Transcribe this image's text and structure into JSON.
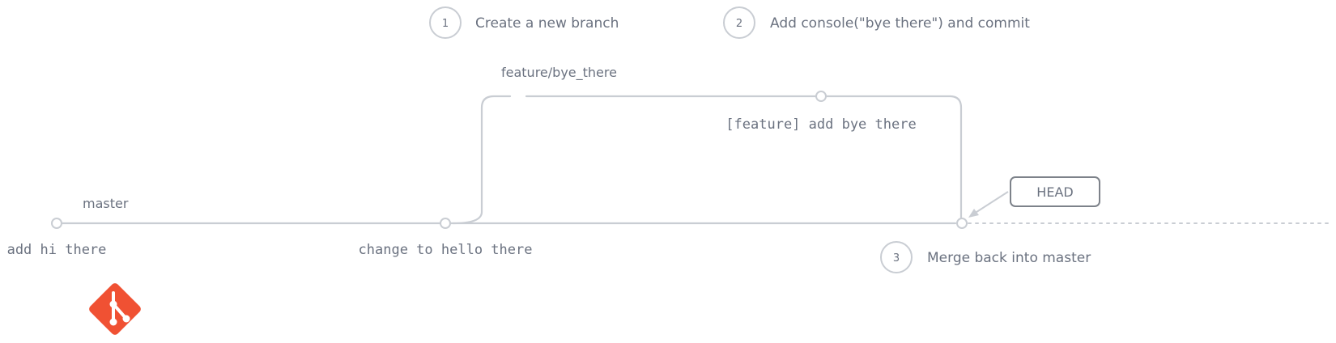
{
  "steps": [
    {
      "number": "1",
      "text": "Create a new branch"
    },
    {
      "number": "2",
      "text": "Add console(\"bye there\") and commit"
    },
    {
      "number": "3",
      "text": "Merge back into master"
    }
  ],
  "branches": {
    "master": "master",
    "feature": "feature/bye_there"
  },
  "commits": {
    "c1": "add hi there",
    "c2": "change to hello there",
    "c3": "[feature] add bye there"
  },
  "head": {
    "label": "HEAD"
  },
  "colors": {
    "line": "#c9cdd3",
    "text": "#6b7280",
    "git_logo": "#f05133"
  },
  "icons": {
    "logo": "git-logo-icon"
  }
}
